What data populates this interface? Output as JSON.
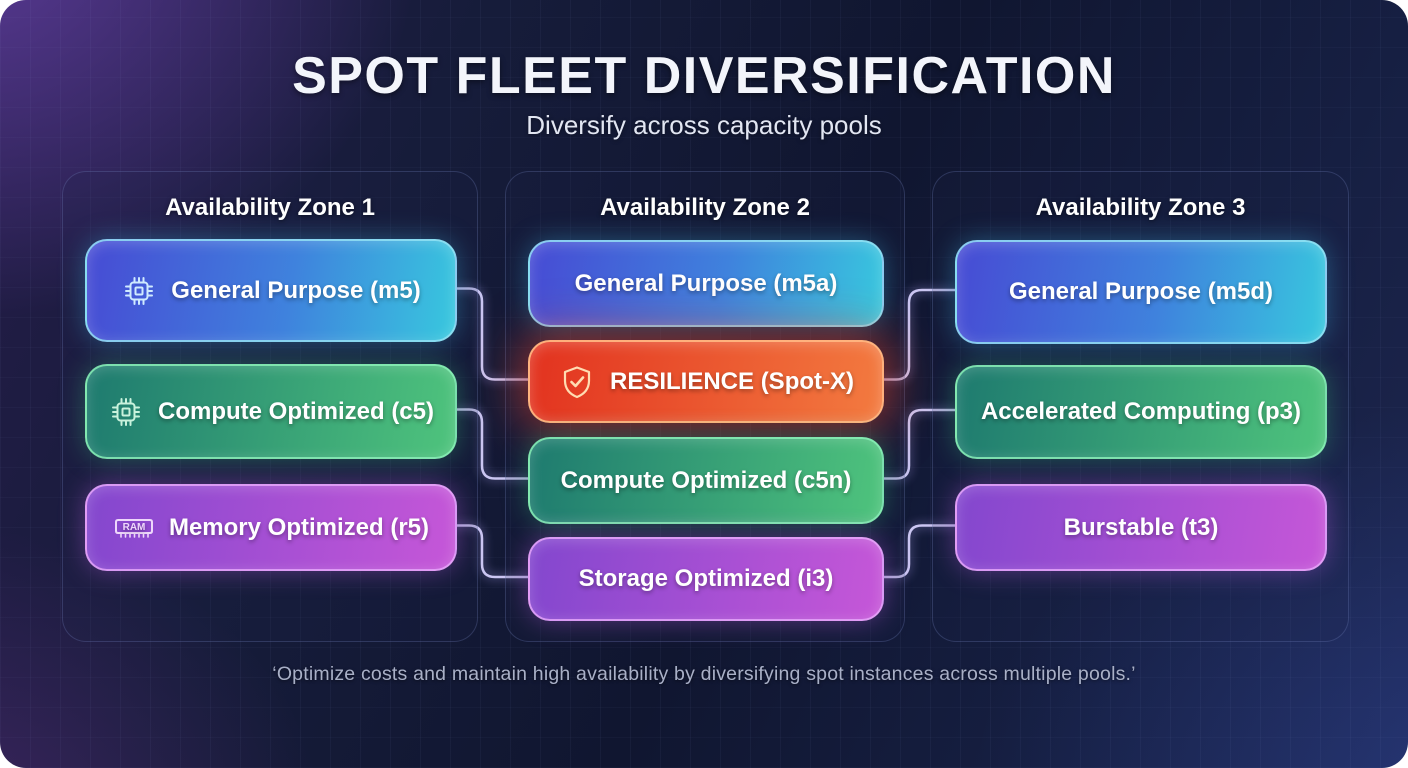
{
  "page": {
    "title": "SPOT FLEET DIVERSIFICATION",
    "subtitle": "Diversify across capacity pools",
    "footer_quote": "‘Optimize costs and maintain high availability by diversifying spot instances across multiple pools.’"
  },
  "colors": {
    "background_dark": "#101630",
    "background_purple_glow": "#5f3e9e",
    "node_blue_start": "#474bd4",
    "node_blue_end": "#38c8de",
    "node_green_start": "#1e7a6f",
    "node_green_end": "#4fc47d",
    "node_purple_start": "#8347ce",
    "node_purple_end": "#c657d8",
    "node_red_start": "#e2321f",
    "node_red_end": "#f37b40",
    "connector": "#cbc6f2"
  },
  "zones": [
    {
      "title": "Availability Zone 1",
      "boxes": [
        {
          "label": "General Purpose (m5)",
          "variant": "blue",
          "icon": "cpu-icon"
        },
        {
          "label": "Compute Optimized (c5)",
          "variant": "green",
          "icon": "cpu-icon"
        },
        {
          "label": "Memory Optimized (r5)",
          "variant": "purple",
          "icon": "ram-icon"
        }
      ]
    },
    {
      "title": "Availability Zone 2",
      "boxes": [
        {
          "label": "General Purpose (m5a)",
          "variant": "blue",
          "icon": null
        },
        {
          "label": "RESILIENCE (Spot-X)",
          "variant": "red",
          "icon": "shield-check-icon"
        },
        {
          "label": "Compute Optimized (c5n)",
          "variant": "green",
          "icon": null
        },
        {
          "label": "Storage Optimized (i3)",
          "variant": "purple",
          "icon": null
        }
      ]
    },
    {
      "title": "Availability Zone 3",
      "boxes": [
        {
          "label": "General Purpose (m5d)",
          "variant": "blue",
          "icon": null
        },
        {
          "label": "Accelerated Computing (p3)",
          "variant": "green",
          "icon": null
        },
        {
          "label": "Burstable (t3)",
          "variant": "purple",
          "icon": null
        }
      ]
    }
  ],
  "ram_icon_text": "RAM",
  "connections": [
    {
      "from": "General Purpose (m5)",
      "to": "RESILIENCE (Spot-X)"
    },
    {
      "from": "Compute Optimized (c5)",
      "to": "Compute Optimized (c5n)"
    },
    {
      "from": "Memory Optimized (r5)",
      "to": "Storage Optimized (i3)"
    },
    {
      "from": "RESILIENCE (Spot-X)",
      "to": "General Purpose (m5d)"
    },
    {
      "from": "Compute Optimized (c5n)",
      "to": "Accelerated Computing (p3)"
    },
    {
      "from": "Storage Optimized (i3)",
      "to": "Burstable (t3)"
    }
  ]
}
